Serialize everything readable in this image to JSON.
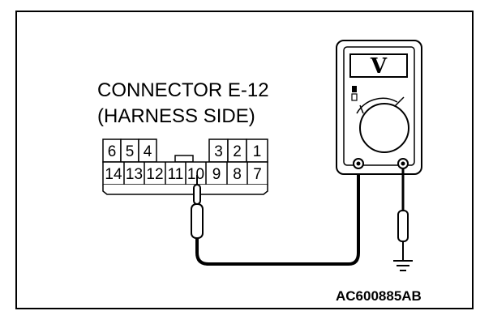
{
  "connector": {
    "title_line1": "CONNECTOR E-12",
    "title_line2": "(HARNESS SIDE)",
    "top_row_left": [
      "6",
      "5",
      "4"
    ],
    "top_row_right": [
      "3",
      "2",
      "1"
    ],
    "bottom_row": [
      "14",
      "13",
      "12",
      "11",
      "10",
      "9",
      "8",
      "7"
    ]
  },
  "meter": {
    "mode_symbol": "V"
  },
  "figure_code": "AC600885AB",
  "icons": {
    "meter": "voltmeter-icon",
    "probe": "probe-icon",
    "ground": "ground-icon"
  }
}
